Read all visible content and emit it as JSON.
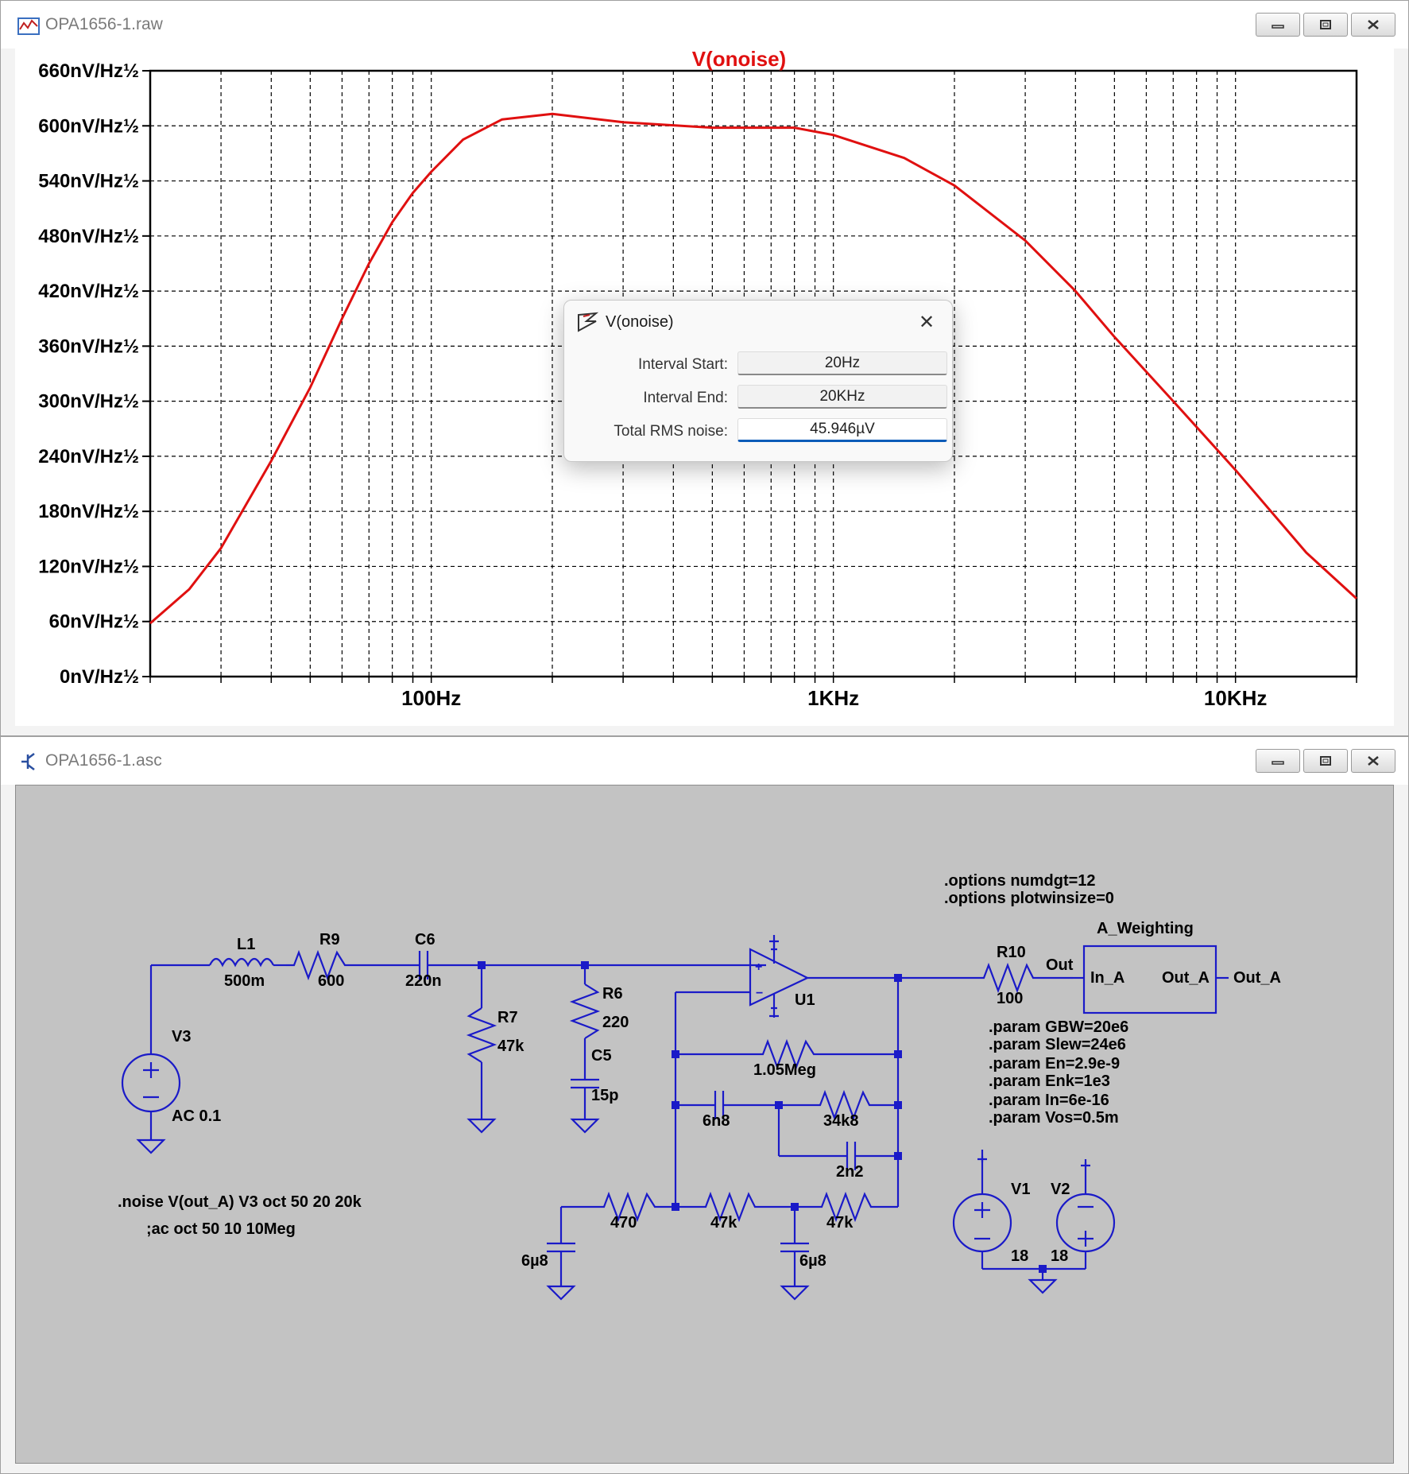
{
  "top_window": {
    "title": "OPA1656-1.raw",
    "trace_title": "V(onoise)",
    "trace_color": "#e01010",
    "y_ticks": [
      "660nV/Hz½",
      "600nV/Hz½",
      "540nV/Hz½",
      "480nV/Hz½",
      "420nV/Hz½",
      "360nV/Hz½",
      "300nV/Hz½",
      "240nV/Hz½",
      "180nV/Hz½",
      "120nV/Hz½",
      "60nV/Hz½",
      "0nV/Hz½"
    ],
    "x_ticks": [
      "100Hz",
      "1KHz",
      "10KHz"
    ]
  },
  "chart_data": {
    "type": "line",
    "title": "V(onoise)",
    "x_scale": "log",
    "xlim": [
      20,
      20000
    ],
    "ylim": [
      0,
      660
    ],
    "y_unit": "nV/Hz½",
    "grid": true,
    "series": [
      {
        "name": "V(onoise)",
        "color": "#e01010",
        "x": [
          20,
          25,
          30,
          40,
          50,
          60,
          70,
          80,
          90,
          100,
          120,
          150,
          200,
          300,
          500,
          800,
          1000,
          1500,
          2000,
          3000,
          4000,
          5000,
          7000,
          10000,
          15000,
          20000
        ],
        "y": [
          58,
          95,
          140,
          235,
          315,
          390,
          450,
          495,
          527,
          550,
          585,
          607,
          613,
          604,
          598,
          598,
          590,
          565,
          535,
          475,
          420,
          370,
          300,
          225,
          135,
          85
        ]
      }
    ]
  },
  "dialog": {
    "title": "V(onoise)",
    "fields": [
      {
        "label": "Interval Start:",
        "value": "20Hz"
      },
      {
        "label": "Interval End:",
        "value": "20KHz"
      },
      {
        "label": "Total RMS noise:",
        "value": "45.946µV"
      }
    ]
  },
  "bottom_window": {
    "title": "OPA1656-1.asc",
    "wire_color": "#1a1ac8",
    "labels": {
      "opt1": ".options numdgt=12",
      "opt2": ".options plotwinsize=0",
      "aw": "A_Weighting",
      "in_a": "In_A",
      "out_a_box": "Out_A",
      "out_a": "Out_A",
      "out": "Out",
      "r10": "R10",
      "r10v": "100",
      "l1": "L1",
      "l1v": "500m",
      "r9": "R9",
      "r9v": "600",
      "c6": "C6",
      "c6v": "220n",
      "r7": "R7",
      "r7v": "47k",
      "r6": "R6",
      "r6v": "220",
      "c5": "C5",
      "c5v": "15p",
      "u1": "U1",
      "v3": "V3",
      "v3v": "AC 0.1",
      "rfb": "1.05Meg",
      "c68": "6n8",
      "r348": "34k8",
      "c22": "2n2",
      "r470": "470",
      "r47a": "47k",
      "r47b": "47k",
      "c6u8a": "6µ8",
      "c6u8b": "6µ8",
      "noise": ".noise V(out_A) V3 oct 50 20 20k",
      "ac": ";ac oct 50 10 10Meg",
      "p1": ".param GBW=20e6",
      "p2": ".param Slew=24e6",
      "p3": ".param En=2.9e-9",
      "p4": ".param Enk=1e3",
      "p5": ".param In=6e-16",
      "p6": ".param Vos=0.5m",
      "v1": "V1",
      "v2": "V2",
      "v1v": "18",
      "v2v": "18"
    }
  }
}
